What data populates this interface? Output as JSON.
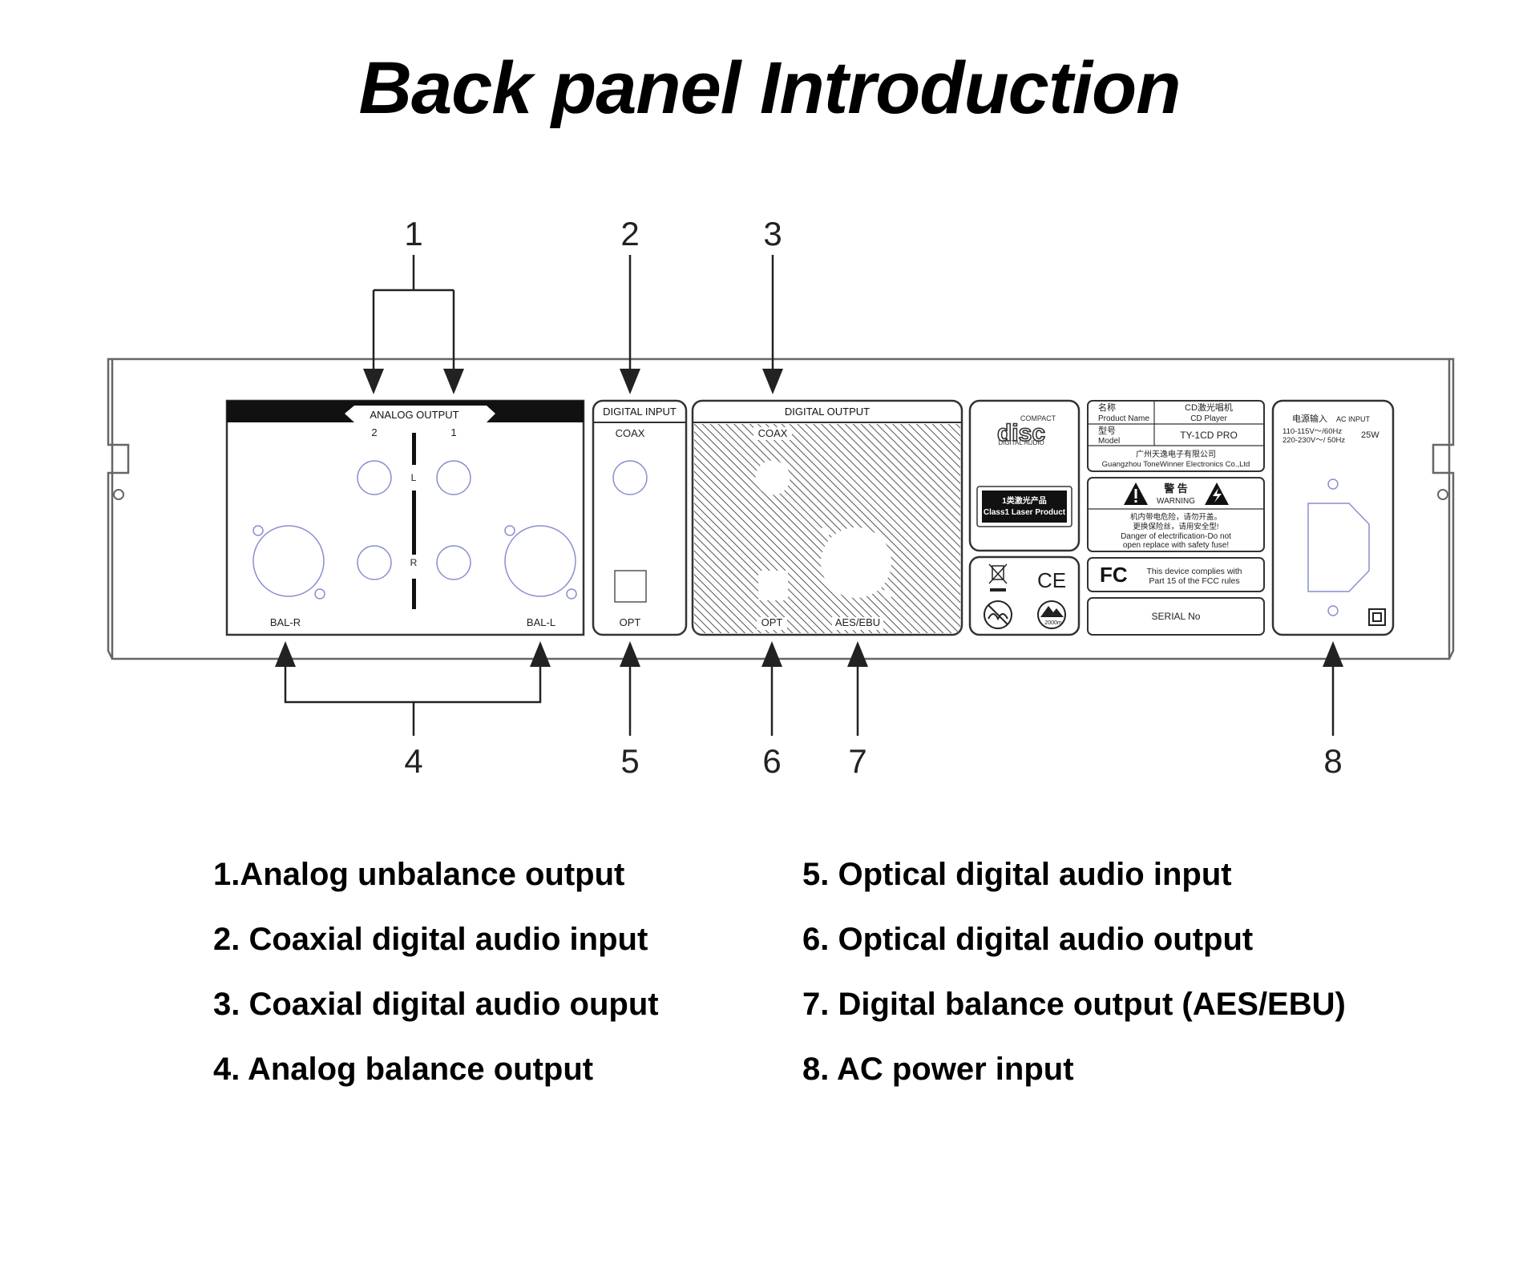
{
  "title": "Back panel Introduction",
  "callouts": [
    "1",
    "2",
    "3",
    "4",
    "5",
    "6",
    "7",
    "8"
  ],
  "panel": {
    "analog_output": "ANALOG OUTPUT",
    "ch2": "2",
    "ch1": "1",
    "L": "L",
    "R": "R",
    "bal_r": "BAL-R",
    "bal_l": "BAL-L",
    "digital_input": "DIGITAL INPUT",
    "din_coax": "COAX",
    "din_opt": "OPT",
    "digital_output": "DIGITAL OUTPUT",
    "dout_coax": "COAX",
    "dout_opt": "OPT",
    "aes": "AES/EBU",
    "cd_logo_top": "COMPACT",
    "cd_logo_mid": "disc",
    "cd_logo_bottom": "DIGITAL AUDIO",
    "laser_cn": "1类激光产品",
    "laser_en": "Class1 Laser Product",
    "ce": "CE",
    "name_cn": "名称",
    "name_en": "Product Name",
    "name_val_cn": "CD激光唱机",
    "name_val_en": "CD Player",
    "model_cn": "型号",
    "model_en": "Model",
    "model_val": "TY-1CD PRO",
    "company_cn": "广州天逸电子有限公司",
    "company_en": "Guangzhou ToneWinner Electronics Co.,Ltd",
    "warn_cn": "警 告",
    "warn_en": "WARNING",
    "warn_line1": "机内带电危险，请勿开盖。",
    "warn_line2": "更换保险丝，请用安全型!",
    "warn_line3": "Danger of electrification-Do not",
    "warn_line4": "open replace with safety fuse!",
    "fcc_logo": "FC",
    "fcc_line1": "This device complies with",
    "fcc_line2": "Part 15 of the FCC rules",
    "serial": "SERIAL No",
    "ac_cn": "电源输入",
    "ac_en": "AC INPUT",
    "ac_line1": "110-115V～/60Hz",
    "ac_line2": "220-230V～/ 50Hz",
    "ac_power": "25W",
    "altitude": "2000m"
  },
  "legend": [
    "1.Analog unbalance output",
    "2. Coaxial digital audio input",
    "3. Coaxial digital audio ouput",
    "4. Analog balance output",
    "5. Optical digital audio input",
    "6. Optical digital audio output",
    "7. Digital balance output (AES/EBU)",
    "8. AC power input"
  ]
}
